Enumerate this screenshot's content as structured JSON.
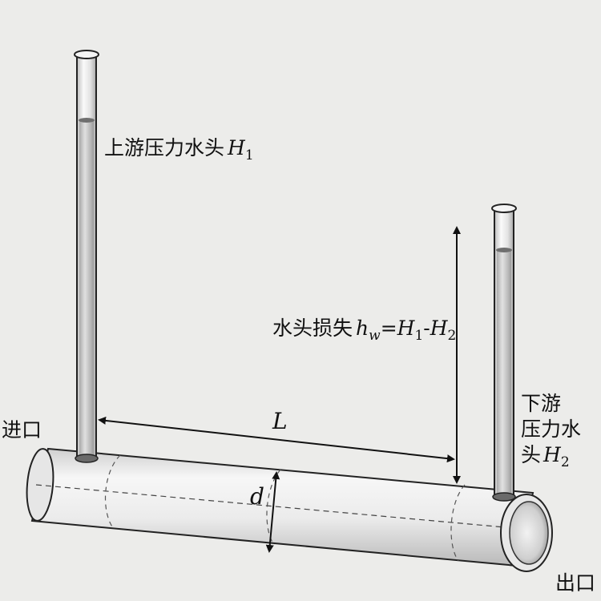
{
  "labels": {
    "upstream": {
      "text": "上游压力水头",
      "symbol": "H",
      "sub": "1"
    },
    "head_loss": {
      "text": "水头损失",
      "h": "h",
      "h_sub": "w",
      "eq": "=",
      "H1": "H",
      "H1_sub": "1",
      "minus": "-",
      "H2": "H",
      "H2_sub": "2"
    },
    "downstream": {
      "line1": "下游",
      "line2": "压力水",
      "line3": "头",
      "symbol": "H",
      "sub": "2"
    },
    "inlet": "进口",
    "outlet": "出口",
    "length": "L",
    "diameter": "d"
  }
}
